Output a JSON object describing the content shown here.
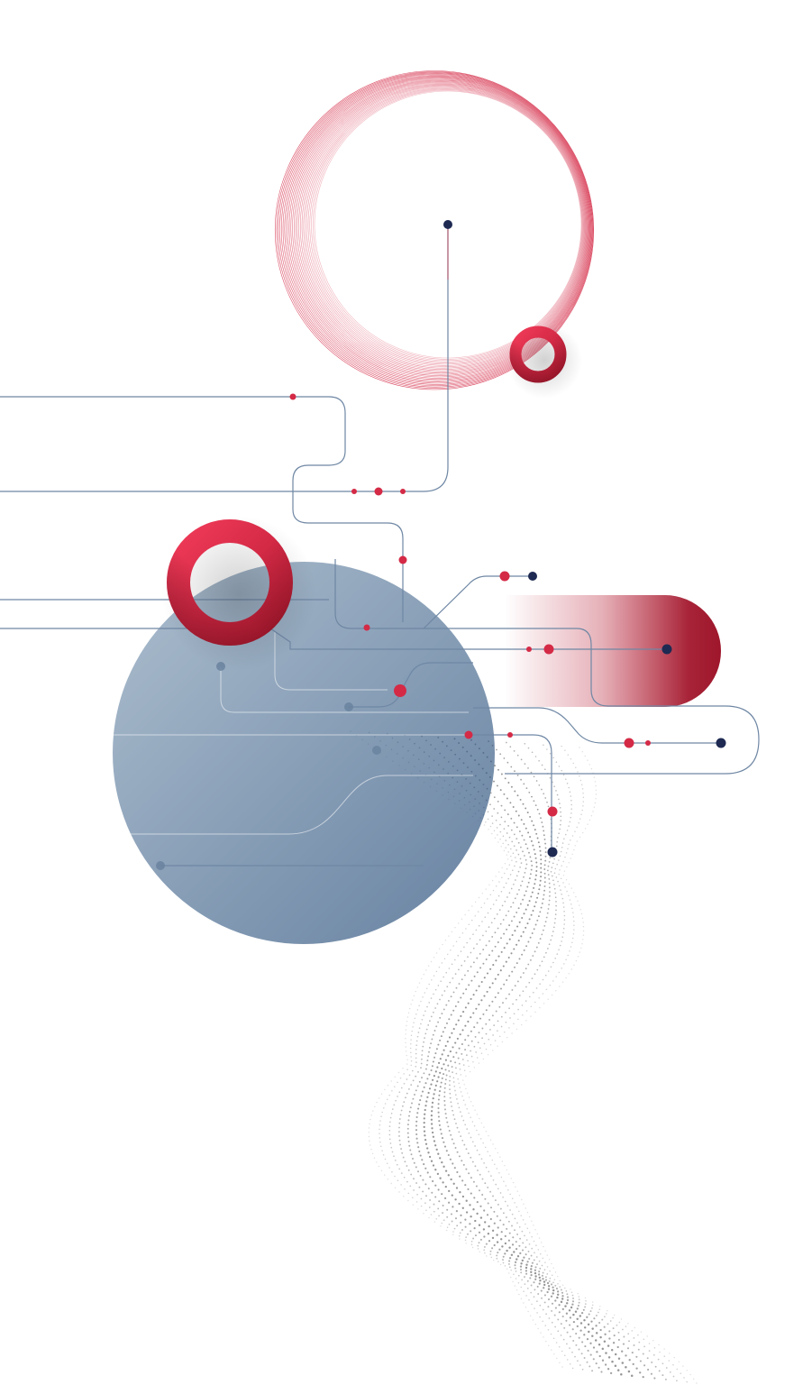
{
  "palette": {
    "background": "#ffffff",
    "navy": "#1e2a52",
    "crimson": "#d42a46",
    "dark_red": "#a5182e",
    "line_blue": "#6f87a4",
    "steel_blue": "#7890ab",
    "dots_gray": "#7a7a7a"
  },
  "elements": {
    "concentric_rings": {
      "ring_count": 26,
      "color": "crimson"
    },
    "red_rings": {
      "count": 2
    },
    "gradient_capsule": {
      "color": "dark_red"
    },
    "blue_sphere": {
      "color": "steel_blue"
    },
    "dot_wave": {
      "color": "dots_gray"
    }
  }
}
